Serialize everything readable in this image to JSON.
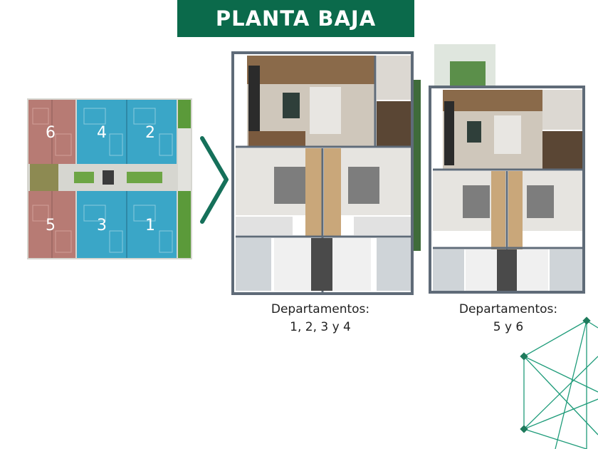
{
  "title": "PLANTA BAJA",
  "colors": {
    "banner": "#0b6a4b",
    "unit_pink": "#b77b74",
    "unit_blue": "#3aa6c7",
    "garden": "#5b9a3a",
    "chevron": "#15705a",
    "decor_lines": "#1f9c7a"
  },
  "site_plan": {
    "units": [
      "6",
      "4",
      "2",
      "5",
      "3",
      "1"
    ]
  },
  "captions": [
    {
      "line1": "Departamentos:",
      "line2": "1, 2, 3 y 4"
    },
    {
      "line1": "Departamentos:",
      "line2": "5 y 6"
    }
  ],
  "icons": {
    "arrow": "chevron-right-icon",
    "decor": "geometric-hexagon-icon"
  }
}
